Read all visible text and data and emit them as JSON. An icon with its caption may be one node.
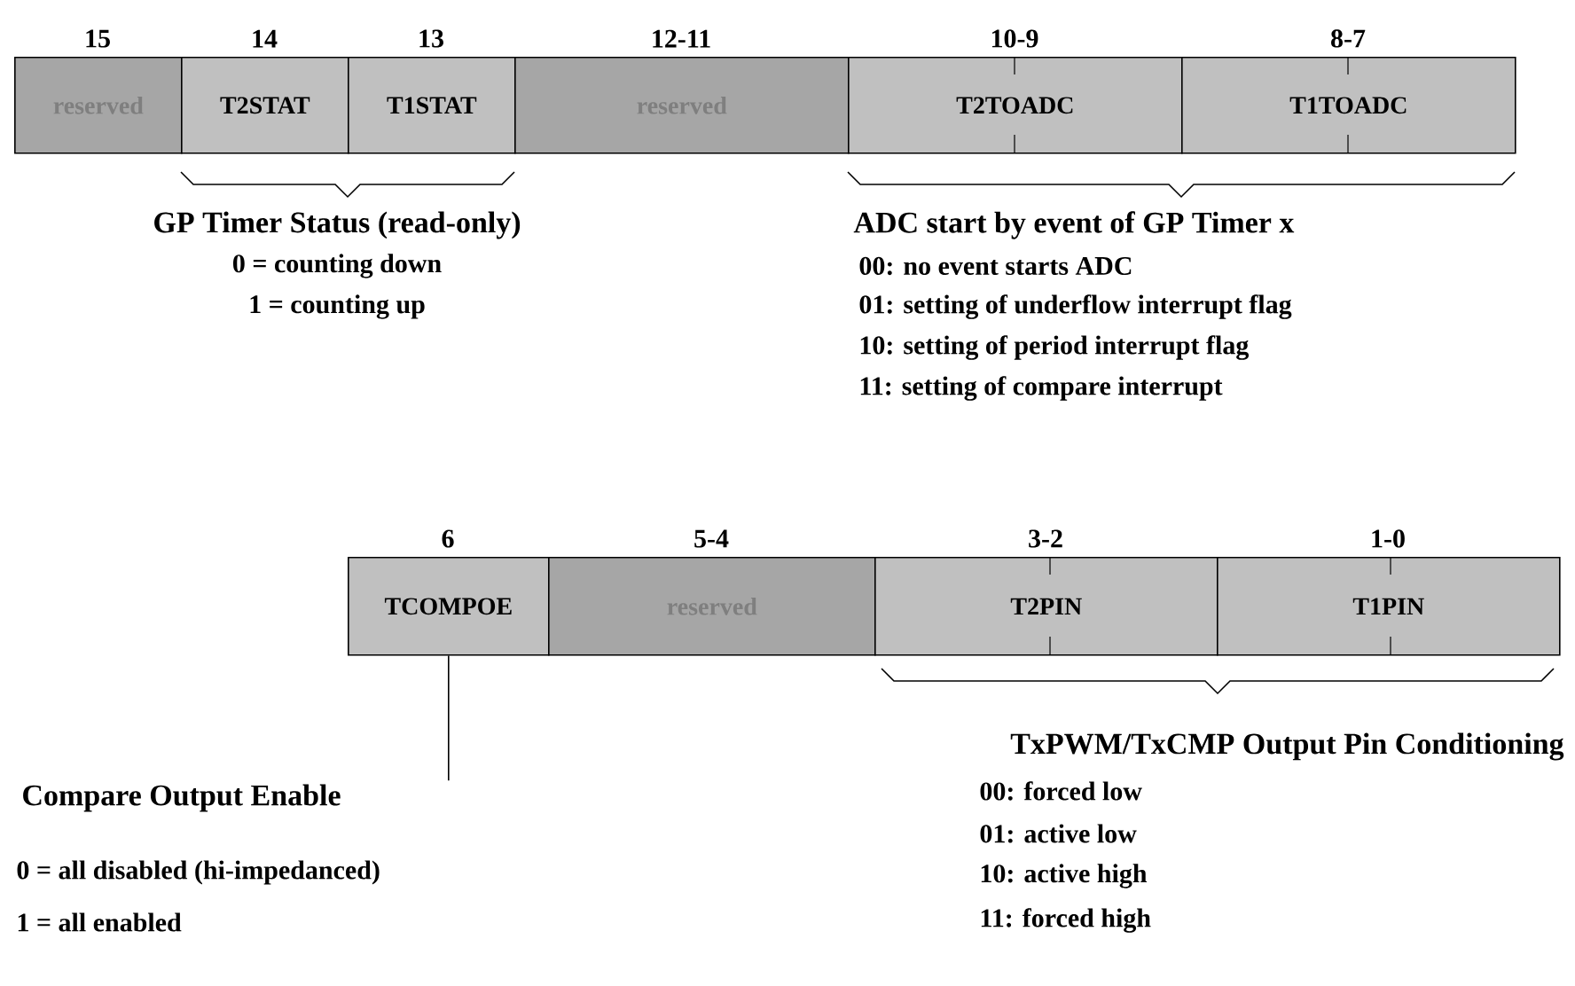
{
  "diagram": {
    "nodes": [
      {
        "text": [
          "reserved"
        ],
        "beside": [
          "15"
        ]
      },
      {
        "text": [
          "T2STAT"
        ],
        "beside": [
          "14"
        ]
      },
      {
        "text": [
          "T1STAT"
        ],
        "beside": [
          "13"
        ]
      },
      {
        "text": [
          "reserved"
        ],
        "beside": [
          "12-11"
        ]
      },
      {
        "text": [
          "T2TOADC"
        ],
        "beside": [
          "10-9"
        ]
      },
      {
        "text": [
          "T1TOADC"
        ],
        "beside": [
          "8-7"
        ]
      },
      {
        "text": [
          "TCOMPOE"
        ],
        "beside": [
          "6"
        ]
      },
      {
        "text": [
          "reserved"
        ],
        "beside": [
          "5-4"
        ]
      },
      {
        "text": [
          "T2PIN"
        ],
        "beside": [
          "3-2"
        ]
      },
      {
        "text": [
          "T1PIN"
        ],
        "beside": [
          "1-0"
        ]
      },
      {
        "text": [
          "Compare Output Enable"
        ]
      }
    ],
    "edges": [
      {
        "from": 10,
        "to": 6,
        "arrow": "none"
      }
    ],
    "labels": [
      "GP Timer Status (read-only)",
      "0 = counting down",
      "1 = counting up",
      "ADC start by event of GP Timer x",
      "00: no event starts ADC",
      "01: setting of underflow interrupt flag",
      "10: setting of period interrupt flag",
      "11: setting of compare interrupt",
      "TxPWM/TxCMP Output Pin Conditioning",
      "00: forced low",
      "01: active low",
      "10: active high",
      "11: forced high",
      "0 = all disabled (hi-impedanced)",
      "1 = all enabled"
    ]
  }
}
